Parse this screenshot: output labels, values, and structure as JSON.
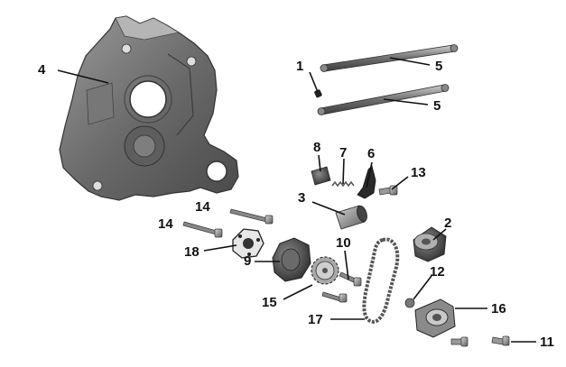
{
  "callouts": [
    {
      "id": "1",
      "text": "1"
    },
    {
      "id": "2",
      "text": "2"
    },
    {
      "id": "3",
      "text": "3"
    },
    {
      "id": "4",
      "text": "4"
    },
    {
      "id": "5a",
      "text": "5"
    },
    {
      "id": "5b",
      "text": "5"
    },
    {
      "id": "6",
      "text": "6"
    },
    {
      "id": "7",
      "text": "7"
    },
    {
      "id": "8",
      "text": "8"
    },
    {
      "id": "9",
      "text": "9"
    },
    {
      "id": "10",
      "text": "10"
    },
    {
      "id": "11",
      "text": "11"
    },
    {
      "id": "12",
      "text": "12"
    },
    {
      "id": "13",
      "text": "13"
    },
    {
      "id": "14a",
      "text": "14"
    },
    {
      "id": "14b",
      "text": "14"
    },
    {
      "id": "15",
      "text": "15"
    },
    {
      "id": "16",
      "text": "16"
    },
    {
      "id": "17",
      "text": "17"
    },
    {
      "id": "18",
      "text": "18"
    }
  ]
}
